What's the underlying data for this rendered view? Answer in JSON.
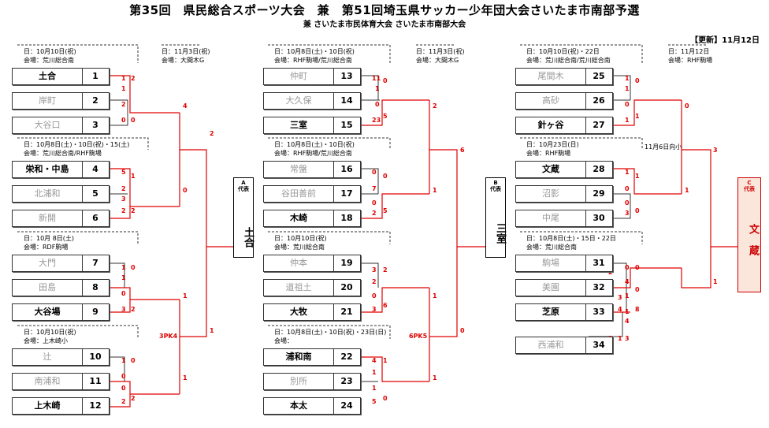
{
  "title": "第35回　県民総合スポーツ大会　兼　第51回埼玉県サッカー少年団大会さいたま市南部予選",
  "subtitle": "兼 さいたま市民体育大会 さいたま市南部大会",
  "updated": "【更新】11月12日",
  "colors": {
    "win_line": "#e00000",
    "line": "#333333",
    "champion_bg": "#fbe6dc"
  },
  "infos": {
    "a1": [
      "日：10月10日(祝)",
      "会場：荒川総合南"
    ],
    "a2": [
      "日：10月8日(土)・10日(祝)・15(土)",
      "会場：荒川総合南/RHF駒場"
    ],
    "a3": [
      "日：10月 8日(土)",
      "会場：RDF駒場"
    ],
    "a4": [
      "日：10月10日(祝)",
      "会場：上木崎小"
    ],
    "af": [
      "日：11月3日(祝)",
      "会場：大間木G"
    ],
    "b1": [
      "日：10月8日(土)・10日(祝)",
      "会場：RHF駒場/荒川総合南"
    ],
    "b2": [
      "日：10月8日(土)・10日(祝)",
      "会場：RHF駒場/荒川総合南"
    ],
    "b3": [
      "日：10月10日(祝)",
      "会場：荒川総合南"
    ],
    "b4": [
      "日：10月8日(土)・10日(祝)・23日(日)",
      "会場："
    ],
    "bf": [
      "日：11月3日(祝)",
      "会場：大間木G"
    ],
    "c1": [
      "日：10月10日(祝)・22日",
      "会場：荒川総合南/荒川総合南"
    ],
    "c2": [
      "日：10月23日(日)",
      "会場：RHF駒場"
    ],
    "c3": [
      "日：10月8日(土)・15日・22日",
      "会場：荒川総合南"
    ],
    "cf": [
      "日：11月12日",
      "会場：RHF駒場"
    ],
    "note_c": "11月6日向小"
  },
  "teams": [
    {
      "name": "土合",
      "no": "1"
    },
    {
      "name": "岸町",
      "no": "2"
    },
    {
      "name": "大谷口",
      "no": "3"
    },
    {
      "name": "栄和・中島",
      "no": "4"
    },
    {
      "name": "北浦和",
      "no": "5"
    },
    {
      "name": "新開",
      "no": "6"
    },
    {
      "name": "大門",
      "no": "7"
    },
    {
      "name": "田島",
      "no": "8"
    },
    {
      "name": "大谷場",
      "no": "9"
    },
    {
      "name": "辻",
      "no": "10"
    },
    {
      "name": "南浦和",
      "no": "11"
    },
    {
      "name": "上木崎",
      "no": "12"
    },
    {
      "name": "仲町",
      "no": "13"
    },
    {
      "name": "大久保",
      "no": "14"
    },
    {
      "name": "三室",
      "no": "15"
    },
    {
      "name": "常盤",
      "no": "16"
    },
    {
      "name": "谷田善前",
      "no": "17"
    },
    {
      "name": "木崎",
      "no": "18"
    },
    {
      "name": "仲本",
      "no": "19"
    },
    {
      "name": "道祖土",
      "no": "20"
    },
    {
      "name": "大牧",
      "no": "21"
    },
    {
      "name": "浦和南",
      "no": "22"
    },
    {
      "name": "別所",
      "no": "23"
    },
    {
      "name": "本太",
      "no": "24"
    },
    {
      "name": "尾間木",
      "no": "25"
    },
    {
      "name": "高砂",
      "no": "26"
    },
    {
      "name": "針ヶ谷",
      "no": "27"
    },
    {
      "name": "文蔵",
      "no": "28"
    },
    {
      "name": "沼影",
      "no": "29"
    },
    {
      "name": "中尾",
      "no": "30"
    },
    {
      "name": "駒場",
      "no": "31"
    },
    {
      "name": "美園",
      "no": "32"
    },
    {
      "name": "芝原",
      "no": "33"
    },
    {
      "name": "西浦和",
      "no": "34"
    }
  ],
  "reps": {
    "a": {
      "label": "A\n代表",
      "name": "土合"
    },
    "b": {
      "label": "B\n代表",
      "name": "三室"
    },
    "c": {
      "label": "C\n代表",
      "name": "文蔵"
    }
  },
  "scores": {
    "a_semi1": "4",
    "a_semi2": "0",
    "a_final1": "2",
    "a_semi3": "1",
    "a_semi4": "1",
    "a_final2": "1",
    "a_pk": "3PK4",
    "b_semi1": "2",
    "b_semi2": "1",
    "b_final1": "6",
    "b_semi3": "1",
    "b_semi4": "1",
    "b_final2": "0",
    "b_pk": "6PK5",
    "c_semi1": "0",
    "c_semi2": "1",
    "c_final1": "3",
    "c_semi3": "8",
    "c_final2": "1"
  }
}
